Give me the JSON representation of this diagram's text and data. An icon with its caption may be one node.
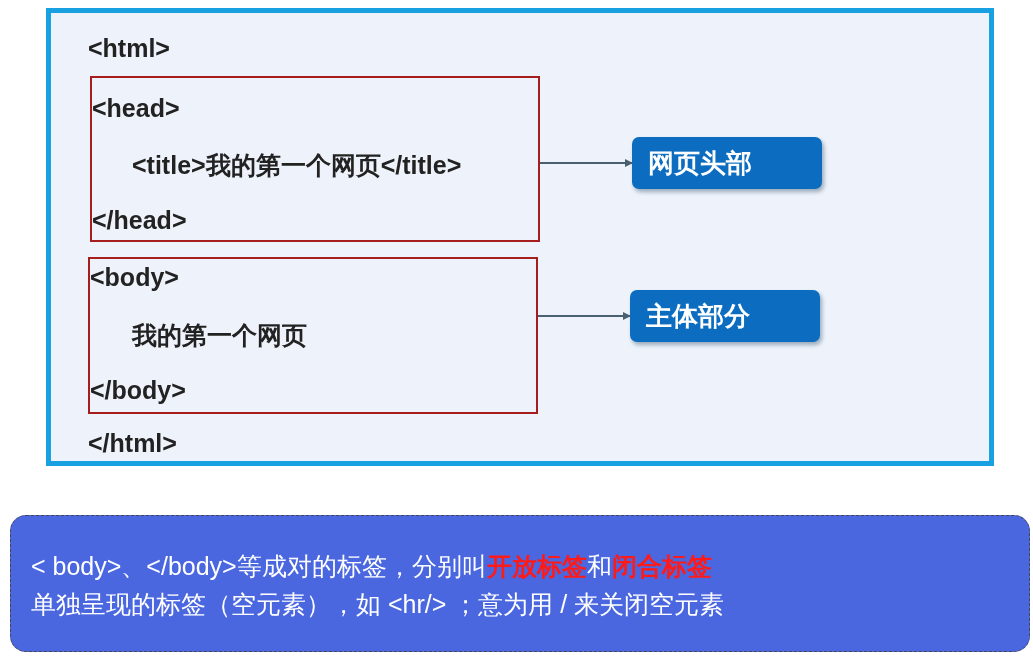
{
  "diagram": {
    "nodes": [
      {
        "text": [
          "<html>",
          "</html>"
        ]
      },
      {
        "text": [
          "<head>",
          "<title>我的第一个网页</title>",
          "</head>"
        ],
        "in": 0
      },
      {
        "text": [
          "<body>",
          "我的第一个网页",
          "</body>"
        ],
        "in": 0
      },
      {
        "text": [
          "网页头部"
        ],
        "in": 0
      },
      {
        "text": [
          "主体部分"
        ],
        "in": 0
      },
      {
        "text": [
          "< body>、</body>等成对的标签，分别叫**开放标签**和**闭合标签**",
          "单独呈现的标签（空元素），如 <hr/> ；意为用 / 来关闭空元素"
        ]
      }
    ],
    "edges": [
      {
        "from": 1,
        "to": 3,
        "arrow": "to"
      },
      {
        "from": 2,
        "to": 4,
        "arrow": "to"
      }
    ]
  }
}
